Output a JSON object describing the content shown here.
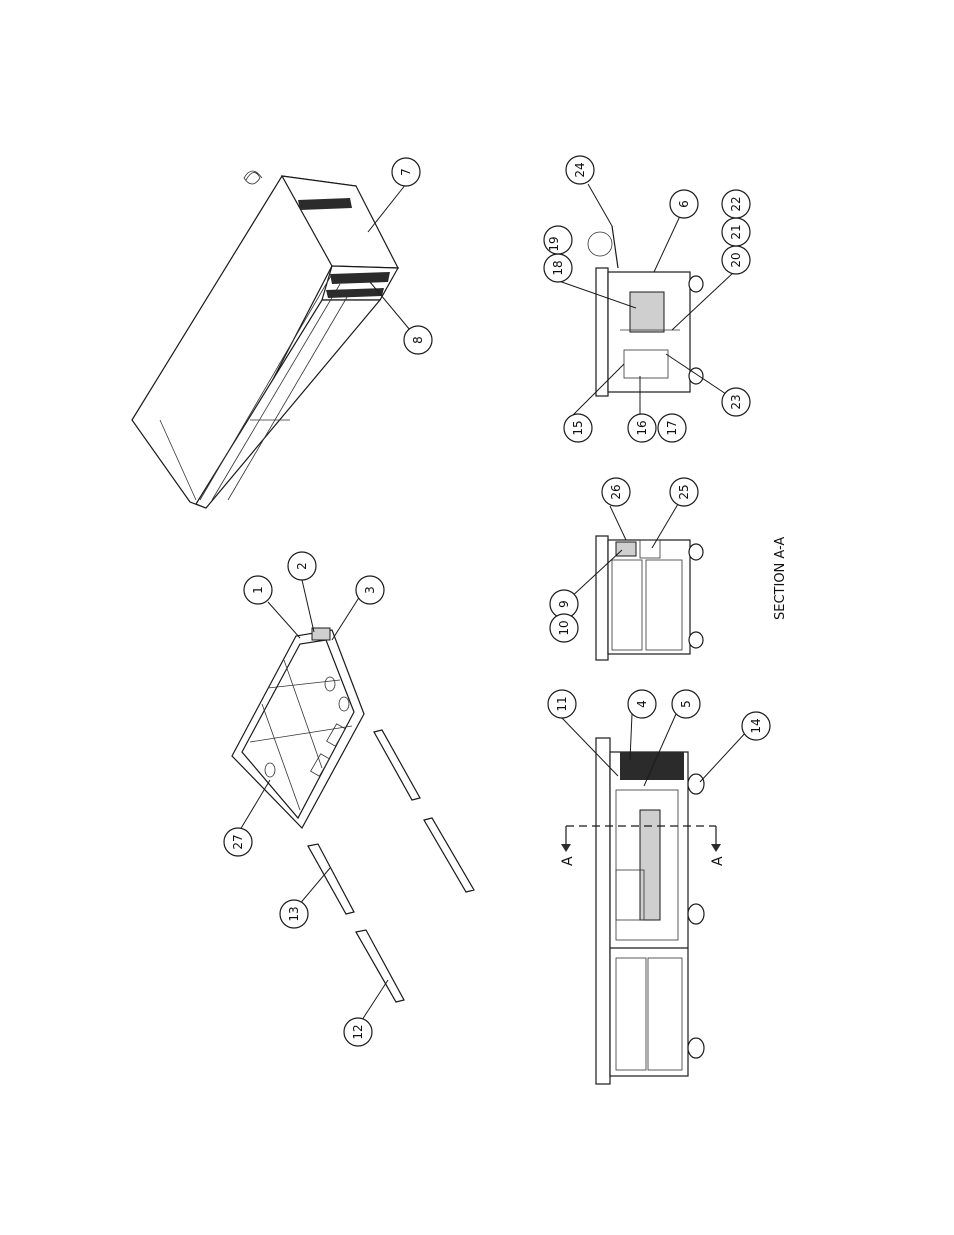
{
  "drawing": {
    "section_label": "SECTION A-A",
    "section_mark": "A",
    "callouts": [
      "1",
      "2",
      "3",
      "4",
      "5",
      "6",
      "7",
      "8",
      "9",
      "10",
      "11",
      "12",
      "13",
      "14",
      "15",
      "16",
      "17",
      "18",
      "19",
      "20",
      "21",
      "22",
      "23",
      "24",
      "25",
      "26",
      "27"
    ]
  }
}
